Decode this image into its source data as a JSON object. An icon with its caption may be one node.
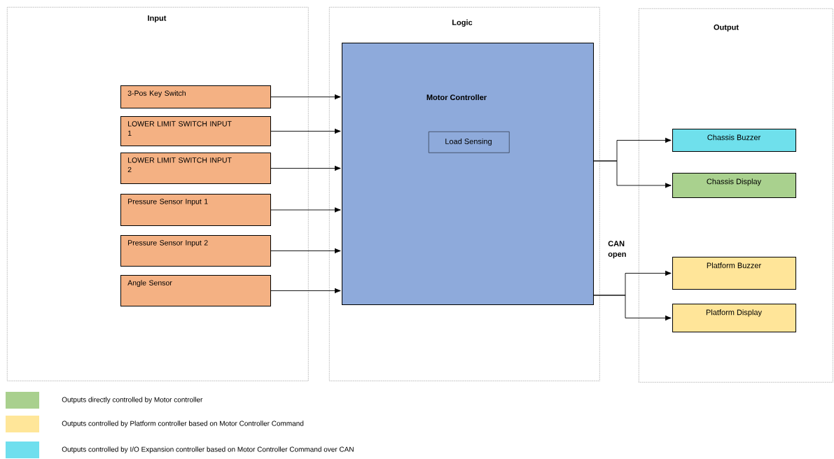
{
  "diagram": {
    "nodes": [
      {
        "text": [
          "Input"
        ]
      },
      {
        "text": [
          "Logic"
        ]
      },
      {
        "text": [
          "Output"
        ]
      },
      {
        "text": [
          "3-Pos Key Switch"
        ],
        "in": 0
      },
      {
        "text": [
          "LOWER LIMIT SWITCH INPUT 1"
        ],
        "in": 0
      },
      {
        "text": [
          "LOWER LIMIT SWITCH INPUT 2"
        ],
        "in": 0
      },
      {
        "text": [
          "Pressure Sensor Input 1"
        ],
        "in": 0
      },
      {
        "text": [
          "Pressure Sensor Input 2"
        ],
        "in": 0
      },
      {
        "text": [
          "Angle Sensor"
        ],
        "in": 0
      },
      {
        "text": [
          "Motor Controller"
        ],
        "in": 1
      },
      {
        "text": [
          "Load Sensing"
        ],
        "in": 9
      },
      {
        "text": [
          "Chassis Buzzer"
        ],
        "in": 2
      },
      {
        "text": [
          "Chassis Display"
        ],
        "in": 2
      },
      {
        "text": [
          "Platform Buzzer"
        ],
        "in": 2
      },
      {
        "text": [
          "Platform Display"
        ],
        "in": 2
      }
    ],
    "edges": [
      {
        "from": 3,
        "to": 9,
        "arrow": "to"
      },
      {
        "from": 4,
        "to": 9,
        "arrow": "to"
      },
      {
        "from": 5,
        "to": 9,
        "arrow": "to"
      },
      {
        "from": 6,
        "to": 9,
        "arrow": "to"
      },
      {
        "from": 7,
        "to": 9,
        "arrow": "to"
      },
      {
        "from": 8,
        "to": 9,
        "arrow": "to"
      },
      {
        "from": 9,
        "to": 11,
        "arrow": "to"
      },
      {
        "from": 9,
        "to": 12,
        "arrow": "to"
      },
      {
        "from": 9,
        "to": 13,
        "arrow": "to"
      },
      {
        "from": 9,
        "to": 14,
        "arrow": "to"
      }
    ],
    "labels": [
      "CAN open"
    ],
    "legend": [
      {
        "text": "Outputs directly controlled by Motor controller",
        "color": "#a9d08e"
      },
      {
        "text": "Outputs controlled by Platform controller based on Motor Controller Command",
        "color": "#ffe699"
      },
      {
        "text": "Outputs controlled by I/O Expansion controller based on Motor Controller Command over CAN",
        "color": "#6fdfee"
      }
    ]
  }
}
